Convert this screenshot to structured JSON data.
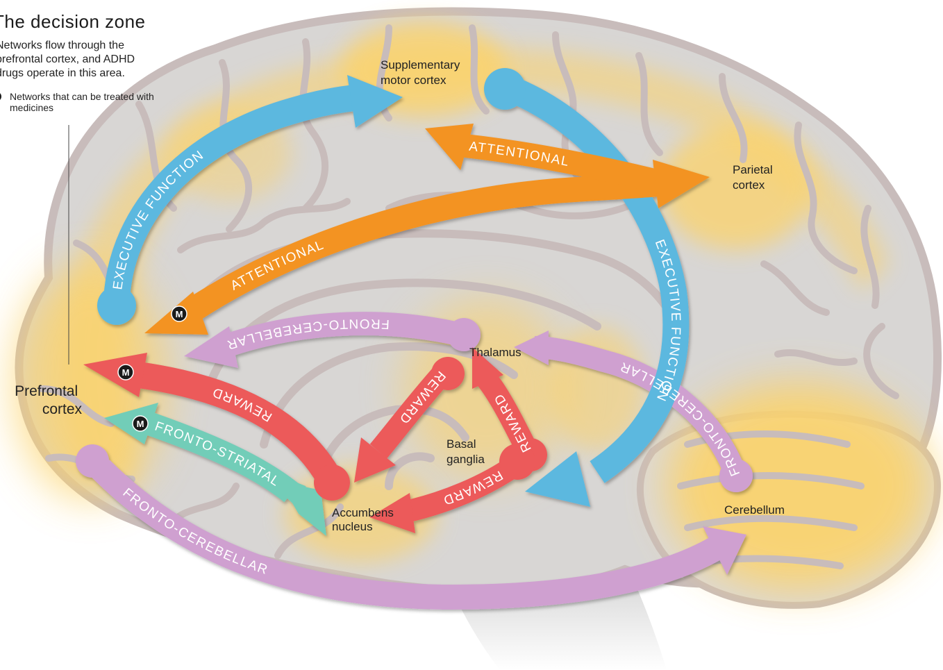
{
  "header": {
    "title": "The decision zone",
    "subtitle": "Networks flow through the prefrontal cortex, and ADHD drugs operate in this area.",
    "legend_text": "Networks that can be treated with medicines",
    "legend_symbol": "M"
  },
  "regions": {
    "supplementary_motor_cortex": [
      "Supplementary",
      "motor cortex"
    ],
    "parietal_cortex": [
      "Parietal",
      "cortex"
    ],
    "prefrontal_cortex": [
      "Prefrontal",
      "cortex"
    ],
    "thalamus": "Thalamus",
    "basal_ganglia": [
      "Basal",
      "ganglia"
    ],
    "accumbens_nucleus": [
      "Accumbens",
      "nucleus"
    ],
    "cerebellum": "Cerebellum"
  },
  "networks": {
    "executive_function_front": "EXECUTIVE FUNCTION",
    "executive_function_back": "EXECUTIVE FUNCTION",
    "attentional_upper": "ATTENTIONAL",
    "attentional_lower": "ATTENTIONAL",
    "fronto_cerebellar_thalamic": "FRONTO-CEREBELLAR",
    "fronto_cerebellar_posterior": "FRONTO-CEREBELLAR",
    "fronto_cerebellar_lower": "FRONTO-CEREBELLAR",
    "reward_prefrontal": "REWARD",
    "reward_left": "REWARD",
    "reward_right": "REWARD",
    "reward_bottom": "REWARD",
    "fronto_striatal": "FRONTO-STRIATAL"
  },
  "markers": {
    "attentional": "M",
    "reward": "M",
    "fronto_striatal": "M"
  },
  "colors": {
    "executive_function": "#5bb8df",
    "attentional": "#f39321",
    "fronto_cerebellar": "#cfa0d0",
    "reward": "#ec5a5a",
    "fronto_striatal": "#72cdb8",
    "brain_glow": "#fcd36a",
    "brain_outline": "#c8bcbb",
    "marker": "#1a1a1a"
  }
}
